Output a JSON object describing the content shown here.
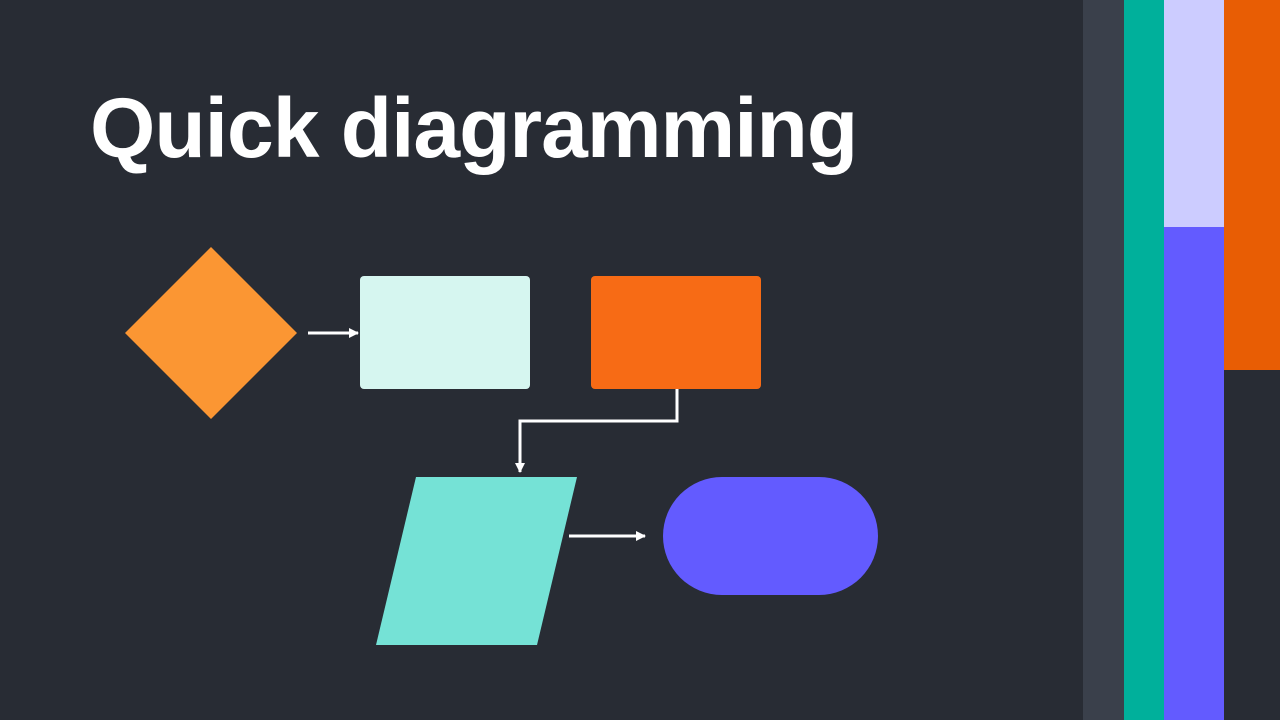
{
  "title": "Quick diagramming",
  "colors": {
    "background": "#282c34",
    "title_text": "#ffffff",
    "connector": "#ffffff",
    "decision_diamond": "#fb9633",
    "process_box_light": "#d6f6f0",
    "process_box_orange": "#f76b15",
    "io_parallelogram": "#75e2d6",
    "terminator_pill": "#635bff"
  },
  "decorative_stripes": [
    {
      "name": "slate",
      "color": "#3a404b"
    },
    {
      "name": "teal",
      "color": "#00b09b"
    },
    {
      "name": "lavender",
      "color": "#ccccff"
    },
    {
      "name": "indigo",
      "color": "#635bff"
    },
    {
      "name": "orange",
      "color": "#e85d04"
    }
  ],
  "shapes": [
    {
      "id": "decision",
      "kind": "diamond"
    },
    {
      "id": "process-1",
      "kind": "rectangle"
    },
    {
      "id": "process-2",
      "kind": "rectangle"
    },
    {
      "id": "input-output",
      "kind": "parallelogram"
    },
    {
      "id": "terminator",
      "kind": "pill"
    }
  ],
  "connectors": [
    {
      "from": "decision",
      "to": "process-1"
    },
    {
      "from": "process-2",
      "to": "input-output"
    },
    {
      "from": "input-output",
      "to": "terminator"
    }
  ]
}
